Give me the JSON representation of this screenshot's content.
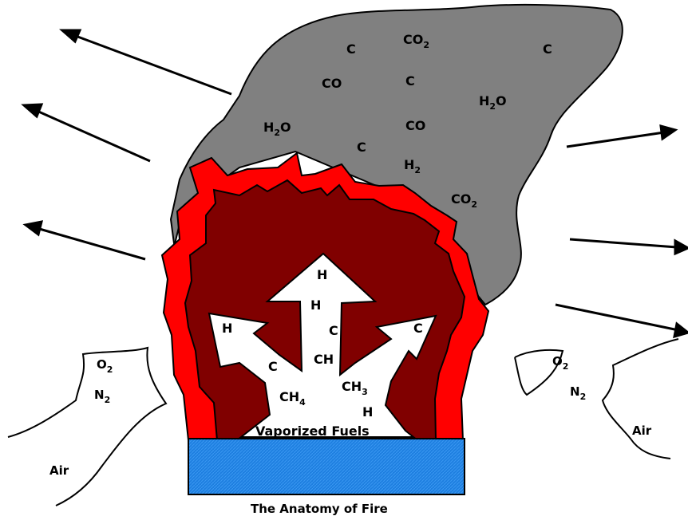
{
  "caption": "The Anatomy of Fire",
  "fuel_pool": {
    "label": "Vaporized Fuels"
  },
  "smoke_labels": [
    {
      "base": "C",
      "sub": ""
    },
    {
      "base": "CO",
      "sub": "2"
    },
    {
      "base": "C",
      "sub": ""
    },
    {
      "base": "CO",
      "sub": ""
    },
    {
      "base": "C",
      "sub": ""
    },
    {
      "base": "H",
      "sub": "2",
      "tail": "O"
    },
    {
      "base": "H",
      "sub": "2",
      "tail": "O"
    },
    {
      "base": "CO",
      "sub": ""
    },
    {
      "base": "C",
      "sub": ""
    },
    {
      "base": "H",
      "sub": "2"
    },
    {
      "base": "CO",
      "sub": "2"
    }
  ],
  "flame_labels": [
    {
      "base": "H",
      "sub": ""
    },
    {
      "base": "H",
      "sub": ""
    },
    {
      "base": "C",
      "sub": ""
    },
    {
      "base": "H",
      "sub": ""
    },
    {
      "base": "C",
      "sub": ""
    },
    {
      "base": "CH",
      "sub": ""
    },
    {
      "base": "C",
      "sub": ""
    },
    {
      "base": "CH",
      "sub": "4"
    },
    {
      "base": "CH",
      "sub": "3"
    },
    {
      "base": "H",
      "sub": ""
    }
  ],
  "air_left": {
    "o2": {
      "base": "O",
      "sub": "2"
    },
    "n2": {
      "base": "N",
      "sub": "2"
    },
    "label": "Air"
  },
  "air_right": {
    "o2": {
      "base": "O",
      "sub": "2"
    },
    "n2": {
      "base": "N",
      "sub": "2"
    },
    "label": "Air"
  },
  "colors": {
    "smoke": "#808080",
    "outer_flame": "#ff0000",
    "inner_flame": "#800000",
    "fuel_arrows": "#ffffff",
    "pool": "#1e7fe0",
    "outline": "#000000"
  }
}
